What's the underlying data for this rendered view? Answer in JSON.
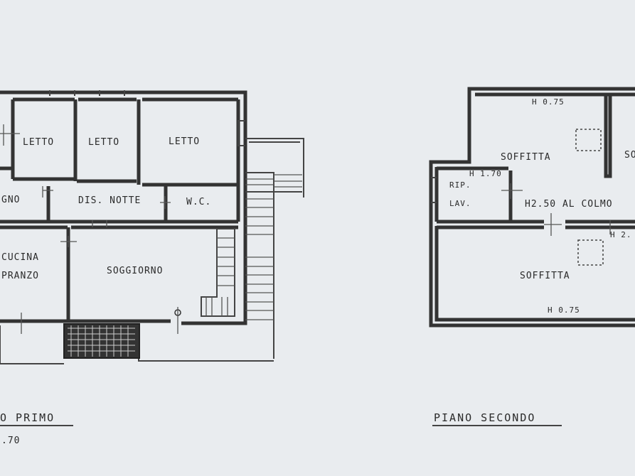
{
  "floor1": {
    "rooms": {
      "bed1": "LETTO",
      "bed2": "LETTO",
      "bed3": "LETTO",
      "bath": "GNO",
      "corridor": "DIS. NOTTE",
      "wc": "W.C.",
      "kitchen_line1": "CUCINA",
      "kitchen_line2": "PRANZO",
      "living": "SOGGIORNO"
    },
    "title": "O PRIMO",
    "height_note": ".70"
  },
  "floor2": {
    "rooms": {
      "attic_top": "SOFFITTA",
      "attic_top_right": "SO",
      "attic_bottom": "SOFFITTA",
      "storage_line1": "RIP.",
      "storage_line2": "LAV."
    },
    "heights": {
      "h_top": "H 0.75",
      "h_storage": "H 1.70",
      "h_ridge": "H2.50 AL COLMO",
      "h_right": "H 2.",
      "h_bottom": "H 0.75"
    },
    "title": "PIANO SECONDO"
  }
}
